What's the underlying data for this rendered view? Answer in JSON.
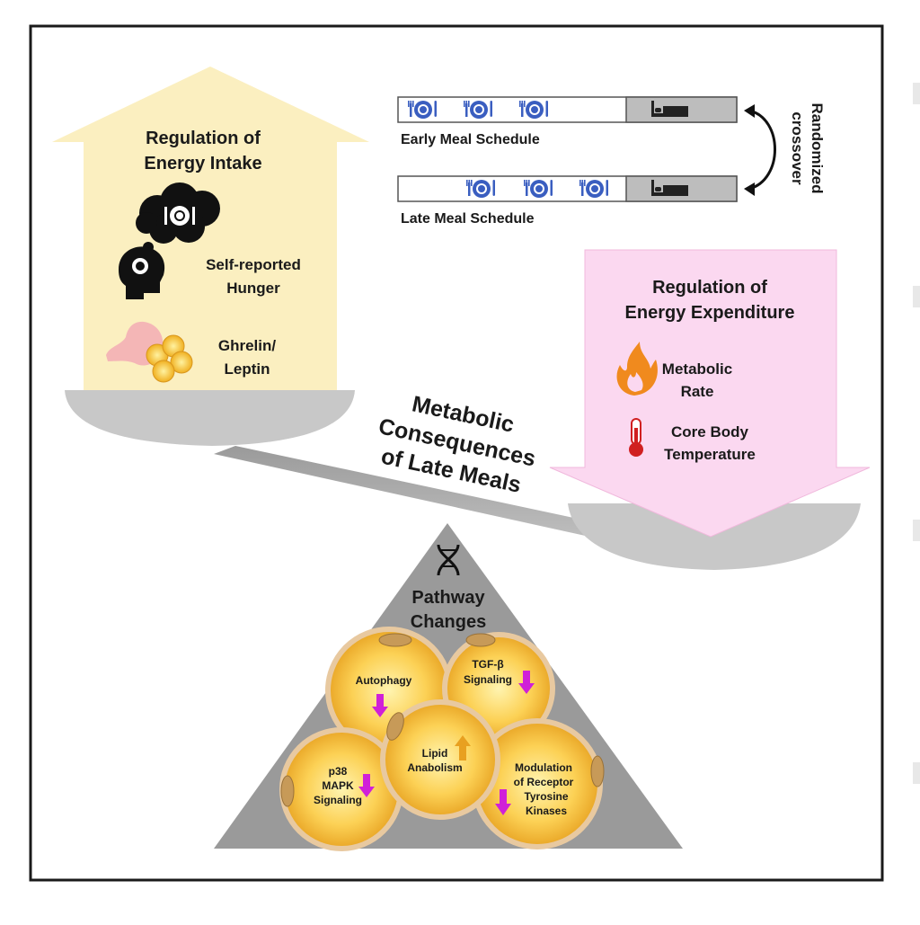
{
  "energy_intake": {
    "title_line1": "Regulation of",
    "title_line2": "Energy Intake",
    "hunger_line1": "Self-reported",
    "hunger_line2": "Hunger",
    "hormone_line1": "Ghrelin/",
    "hormone_line2": "Leptin"
  },
  "schedules": {
    "early_label": "Early Meal Schedule",
    "late_label": "Late Meal Schedule",
    "crossover_line1": "Randomized",
    "crossover_line2": "crossover"
  },
  "energy_expenditure": {
    "title_line1": "Regulation of",
    "title_line2": "Energy Expenditure",
    "metabolic_line1": "Metabolic",
    "metabolic_line2": "Rate",
    "temperature_line1": "Core Body",
    "temperature_line2": "Temperature"
  },
  "center_title": {
    "line1": "Metabolic",
    "line2": "Consequences",
    "line3": "of Late Meals"
  },
  "pathways": {
    "title_line1": "Pathway",
    "title_line2": "Changes",
    "autophagy": "Autophagy",
    "tgf_line1": "TGF-β",
    "tgf_line2": "Signaling",
    "lipid_line1": "Lipid",
    "lipid_line2": "Anabolism",
    "p38_line1": "p38",
    "p38_line2": "MAPK",
    "p38_line3": "Signaling",
    "rtk_line1": "Modulation",
    "rtk_line2": "of Receptor",
    "rtk_line3": "Tyrosine",
    "rtk_line4": "Kinases"
  },
  "colors": {
    "intake_arrow": "#fbefc0",
    "expenditure_arrow": "#fbd8f0",
    "pan": "#c8c8c8",
    "fulcrum": "#999999",
    "cell": "#f5c04a",
    "decrease_arrow": "#d020d8",
    "increase_arrow": "#e8a020",
    "meal_icon": "#3a5ec0"
  }
}
